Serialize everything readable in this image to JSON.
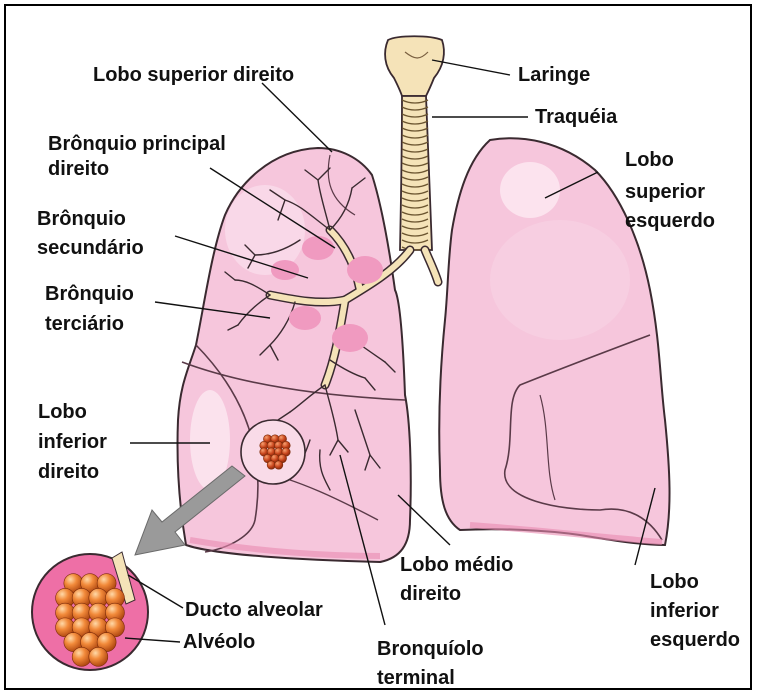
{
  "labels": {
    "lobo_superior_direito": "Lobo superior direito",
    "laringe": "Laringe",
    "traqueia": "Traquéia",
    "bronquio_principal_1": "Brônquio principal",
    "bronquio_principal_2": "direito",
    "lobo_superior_esq_1": "Lobo",
    "lobo_superior_esq_2": "superior",
    "lobo_superior_esq_3": "esquerdo",
    "bronquio_secundario_1": "Brônquio",
    "bronquio_secundario_2": "secundário",
    "bronquio_terciario_1": "Brônquio",
    "bronquio_terciario_2": "terciário",
    "lobo_inferior_dir_1": "Lobo",
    "lobo_inferior_dir_2": "inferior",
    "lobo_inferior_dir_3": "direito",
    "lobo_medio_1": "Lobo médio",
    "lobo_medio_2": "direito",
    "lobo_inferior_esq_1": "Lobo",
    "lobo_inferior_esq_2": "inferior",
    "lobo_inferior_esq_3": "esquerdo",
    "ducto_alveolar": "Ducto alveolar",
    "alveolo": "Alvéolo",
    "bronquiolo_1": "Bronquíolo",
    "bronquiolo_2": "terminal"
  },
  "colors": {
    "lung_fill": "#f6c6dc",
    "lung_stroke": "#3a2a30",
    "bronchi_fill": "#f5e3b8",
    "alveoli_fill": "#e87a2a",
    "inset_fill": "#ee6fa6",
    "arrow_fill": "#9a9a9a"
  }
}
